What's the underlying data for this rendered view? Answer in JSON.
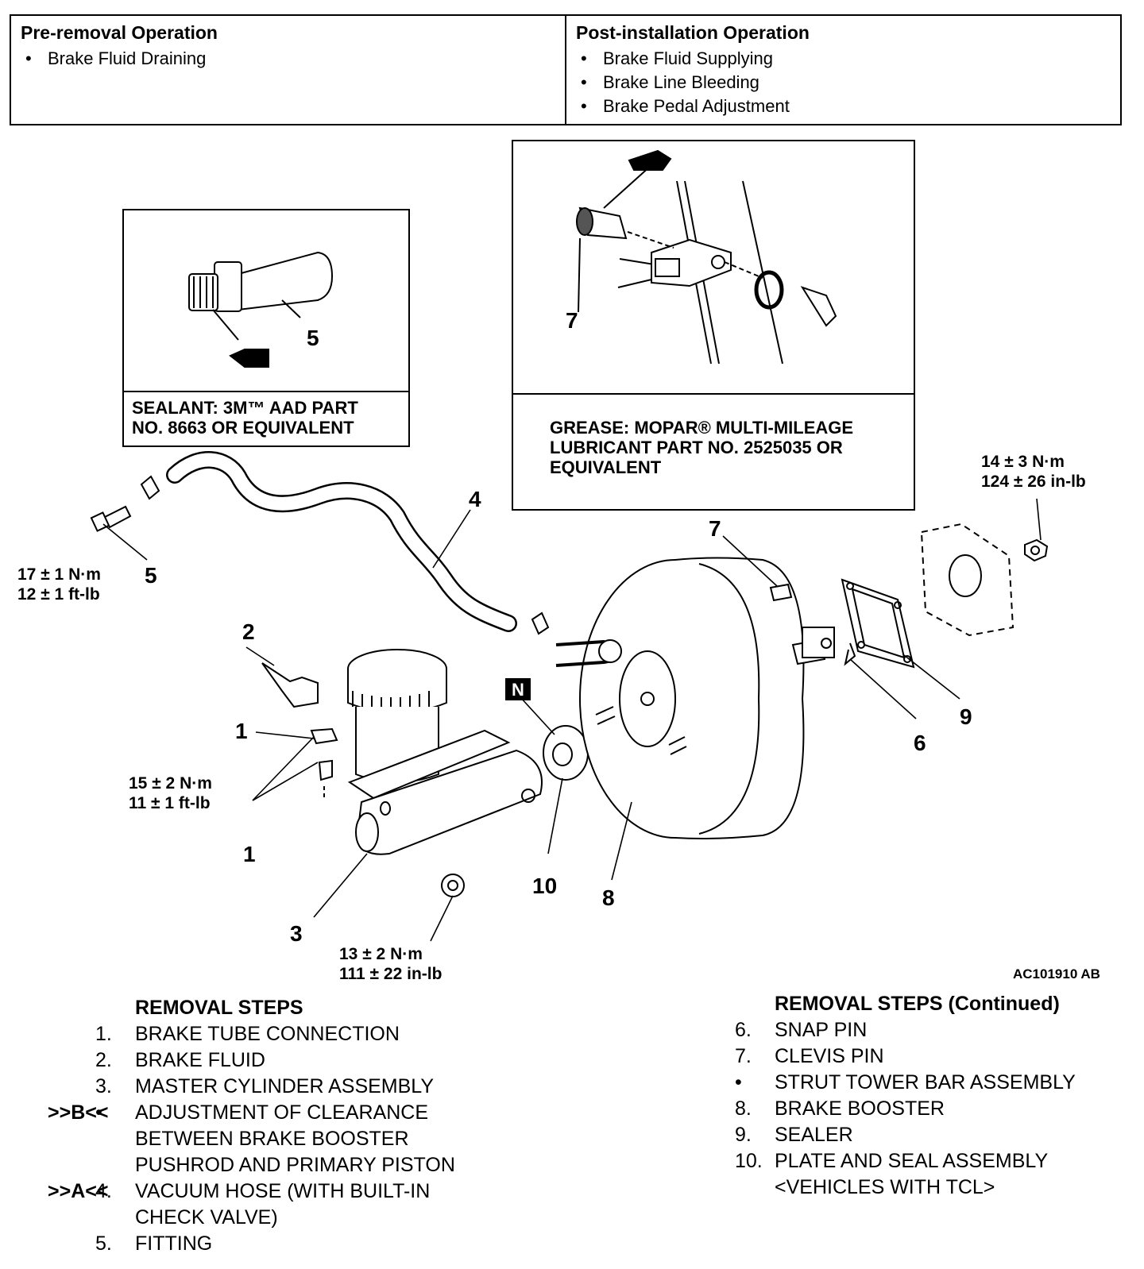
{
  "operations": {
    "pre": {
      "title": "Pre-removal Operation",
      "items": [
        "Brake Fluid Draining"
      ]
    },
    "post": {
      "title": "Post-installation Operation",
      "items": [
        "Brake Fluid Supplying",
        "Brake Line Bleeding",
        "Brake Pedal Adjustment"
      ]
    }
  },
  "callouts": {
    "sealant": [
      "SEALANT: 3M™ AAD PART",
      "NO. 8663 OR EQUIVALENT"
    ],
    "grease": [
      "GREASE: MOPAR® MULTI-MILEAGE",
      "LUBRICANT PART NO. 2525035 OR",
      "EQUIVALENT"
    ]
  },
  "torques": {
    "t14": [
      "14 ± 3 N·m",
      "124 ± 26 in-lb"
    ],
    "t17": [
      "17 ± 1 N·m",
      "12 ± 1 ft-lb"
    ],
    "t15": [
      "15 ± 2 N·m",
      "11 ± 1 ft-lb"
    ],
    "t13": [
      "13 ± 2 N·m",
      "111 ± 22 in-lb"
    ]
  },
  "part_numbers": {
    "p1a": "1",
    "p1b": "1",
    "p2": "2",
    "p3": "3",
    "p4": "4",
    "p5a": "5",
    "p5b": "5",
    "p6": "6",
    "p7a": "7",
    "p7b": "7",
    "p8": "8",
    "p9": "9",
    "p10": "10",
    "n_badge": "N"
  },
  "figure_code": "AC101910 AB",
  "removal_steps": {
    "title": "REMOVAL STEPS",
    "rows": [
      {
        "mark": "",
        "num": "1.",
        "text": "BRAKE TUBE CONNECTION"
      },
      {
        "mark": "",
        "num": "2.",
        "text": "BRAKE FLUID"
      },
      {
        "mark": "",
        "num": "3.",
        "text": "MASTER CYLINDER ASSEMBLY"
      },
      {
        "mark": ">>B<<",
        "num": "•",
        "text": "ADJUSTMENT OF CLEARANCE"
      },
      {
        "mark": "",
        "num": "",
        "text": "BETWEEN BRAKE BOOSTER"
      },
      {
        "mark": "",
        "num": "",
        "text": "PUSHROD AND PRIMARY PISTON"
      },
      {
        "mark": ">>A<<",
        "num": "4.",
        "text": "VACUUM HOSE (WITH BUILT-IN"
      },
      {
        "mark": "",
        "num": "",
        "text": "CHECK VALVE)"
      },
      {
        "mark": "",
        "num": "5.",
        "text": "FITTING"
      }
    ]
  },
  "removal_steps_cont": {
    "title": "REMOVAL STEPS (Continued)",
    "rows": [
      {
        "num": "6.",
        "text": "SNAP PIN"
      },
      {
        "num": "7.",
        "text": "CLEVIS PIN"
      },
      {
        "num": "•",
        "text": "STRUT TOWER BAR ASSEMBLY"
      },
      {
        "num": "8.",
        "text": "BRAKE BOOSTER"
      },
      {
        "num": "9.",
        "text": "SEALER"
      },
      {
        "num": "10.",
        "text": "PLATE AND SEAL ASSEMBLY"
      },
      {
        "num": "",
        "text": "<VEHICLES WITH TCL>"
      }
    ]
  }
}
